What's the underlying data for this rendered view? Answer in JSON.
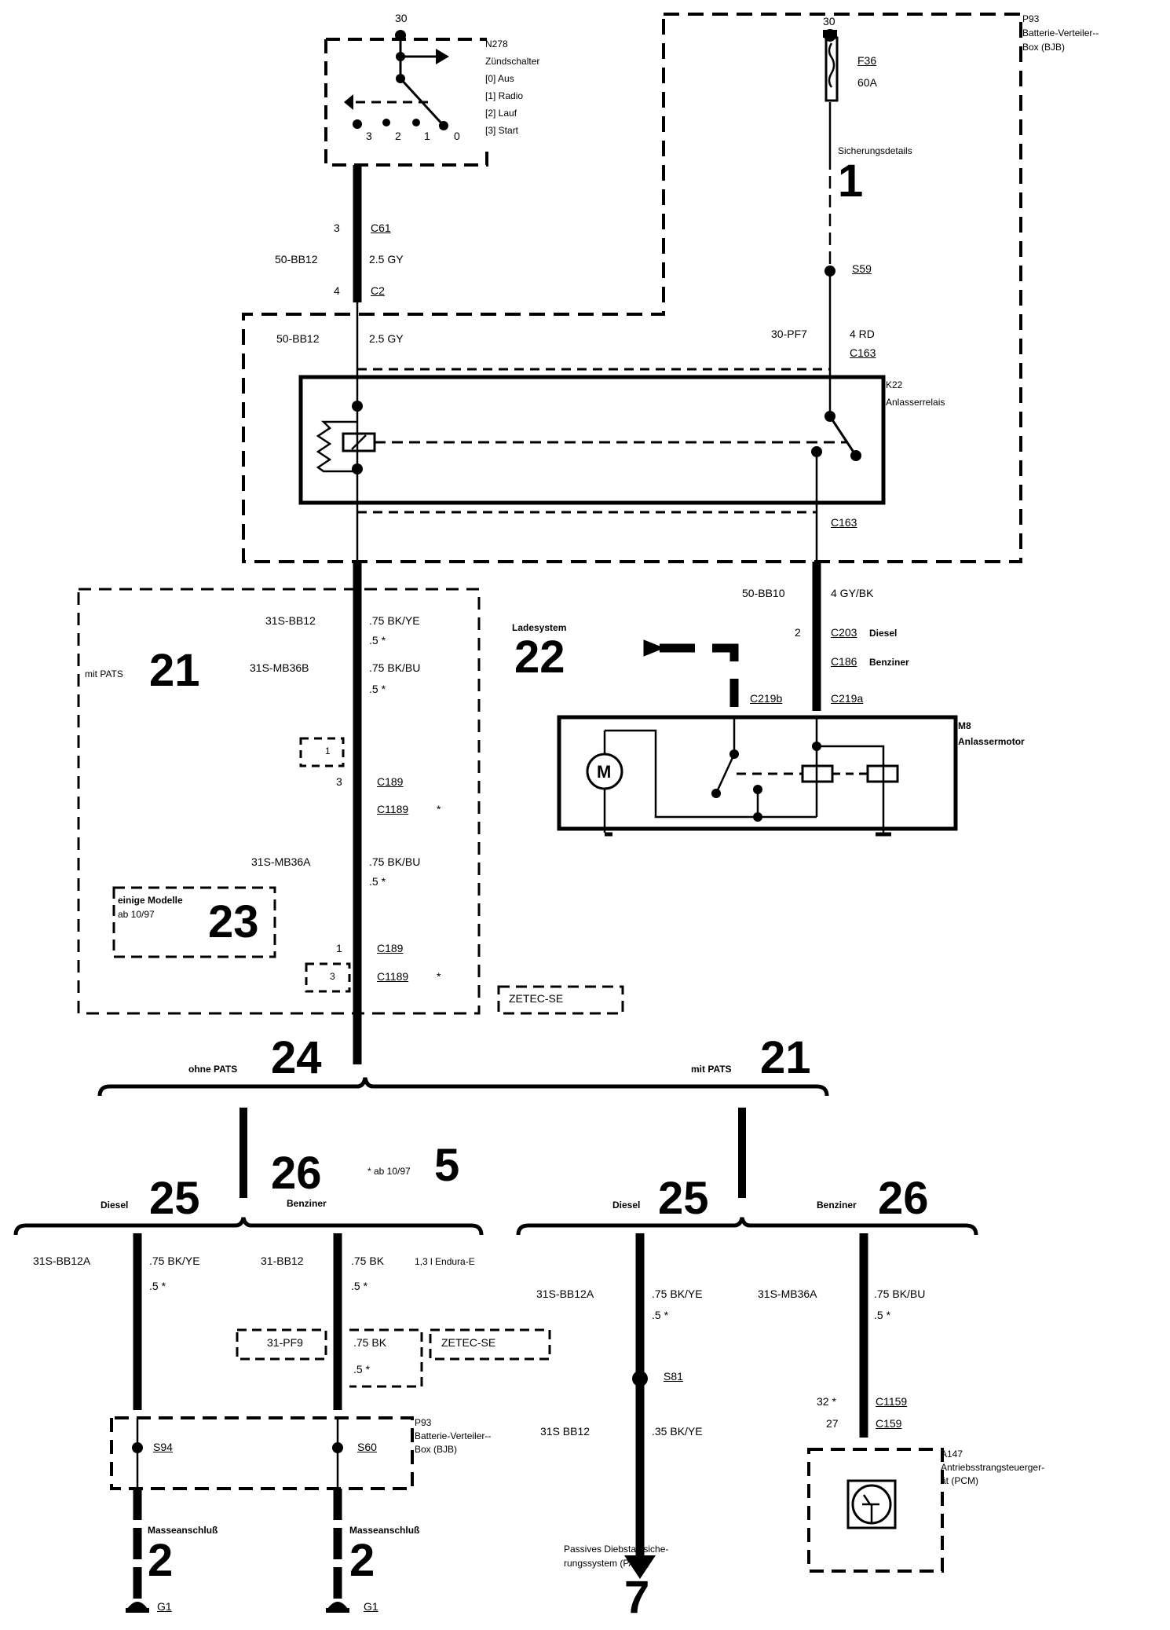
{
  "ignition_switch": {
    "terminal": "30",
    "ref": "N278",
    "name": "Zündschalter",
    "positions": [
      "[0] Aus",
      "[1] Radio",
      "[2] Lauf",
      "[3] Start"
    ],
    "contacts": [
      "3",
      "2",
      "1",
      "0"
    ]
  },
  "fuse_box_top": {
    "ref": "P93",
    "name_line1": "Batterie-Verteiler--",
    "name_line2": "Box (BJB)",
    "terminal": "30",
    "fuse_id": "F36",
    "fuse_rating": "60A",
    "details_label": "Sicherungsdetails",
    "details_page": "1",
    "splice": "S59"
  },
  "wire_50bb12": {
    "pin_c61": "3",
    "conn_c61": "C61",
    "circuit": "50-BB12",
    "spec": "2.5 GY",
    "pin_c2": "4",
    "conn_c2": "C2",
    "circuit_2": "50-BB12",
    "spec_2": "2.5 GY"
  },
  "wire_30pf7": {
    "circuit": "30-PF7",
    "spec": "4 RD",
    "conn": "C163"
  },
  "relay": {
    "ref": "K22",
    "name": "Anlasserrelais",
    "conn_out": "C163"
  },
  "wire_50bb10": {
    "circuit": "50-BB10",
    "spec": "4 GY/BK",
    "pin": "2",
    "conn_diesel": "C203",
    "diesel_label": "Diesel",
    "conn_benziner": "C186",
    "benziner_label": "Benziner",
    "conn_b": "C219b",
    "conn_a": "C219a"
  },
  "charging": {
    "label": "Ladesystem",
    "page": "22"
  },
  "starter_motor": {
    "ref": "M8",
    "name": "Anlassermotor",
    "motor_symbol": "M"
  },
  "pats_block": {
    "label": "mit PATS",
    "page": "21",
    "w1_circuit": "31S-BB12",
    "w1_spec": ".75 BK/YE",
    "w1_alt": ".5 *",
    "w2_circuit": "31S-MB36B",
    "w2_spec": ".75 BK/BU",
    "w2_alt": ".5 *",
    "box1": "1",
    "pin_3": "3",
    "conn_c189": "C189",
    "conn_c1189": "C1189",
    "star": "*",
    "w3_circuit": "31S-MB36A",
    "w3_spec": ".75 BK/BU",
    "w3_alt": ".5 *",
    "pin_1": "1",
    "conn_c189_b": "C189",
    "box3": "3",
    "conn_c1189_b": "C1189",
    "models_line1": "einige Modelle",
    "models_line2": "ab 10/97",
    "models_page": "23",
    "engine_tag": "ZETEC-SE"
  },
  "branch_top": {
    "left_label": "ohne PATS",
    "left_page": "24",
    "right_label": "mit PATS",
    "right_page": "21"
  },
  "note": {
    "text": "* ab 10/97",
    "page": "5"
  },
  "branch_left": {
    "diesel_label": "Diesel",
    "diesel_page": "25",
    "benziner_label": "Benziner",
    "benziner_page": "26",
    "d_circuit": "31S-BB12A",
    "d_spec": ".75 BK/YE",
    "d_alt": ".5 *",
    "b_circuit": "31-BB12",
    "b_spec": ".75 BK",
    "b_engine": "1,3 l Endura-E",
    "b_alt": ".5 *",
    "z_circuit": "31-PF9",
    "z_spec": ".75 BK",
    "z_alt": ".5 *",
    "z_tag": "ZETEC-SE",
    "splice_d": "S94",
    "splice_b": "S60",
    "bjb_ref": "P93",
    "bjb_line1": "Batterie-Verteiler--",
    "bjb_line2": "Box (BJB)",
    "ground_label": "Masseanschluß",
    "ground_page": "2",
    "ground_id": "G1"
  },
  "branch_right": {
    "diesel_label": "Diesel",
    "diesel_page": "25",
    "benziner_label": "Benziner",
    "benziner_page": "26",
    "d_circuit": "31S-BB12A",
    "d_spec": ".75 BK/YE",
    "d_alt": ".5 *",
    "d_splice": "S81",
    "d_circuit2": "31S BB12",
    "d_spec2": ".35 BK/YE",
    "pats_line1": "Passives Diebstahlsiche-",
    "pats_line2": "rungssystem (PATS)",
    "pats_page": "7",
    "b_circuit": "31S-MB36A",
    "b_spec": ".75 BK/BU",
    "b_alt": ".5 *",
    "pin_32": "32 *",
    "conn_c1159": "C1159",
    "pin_27": "27",
    "conn_c159": "C159",
    "pcm_ref": "A147",
    "pcm_line1": "Antriebsstrangsteuerger-",
    "pcm_line2": "ät (PCM)"
  }
}
